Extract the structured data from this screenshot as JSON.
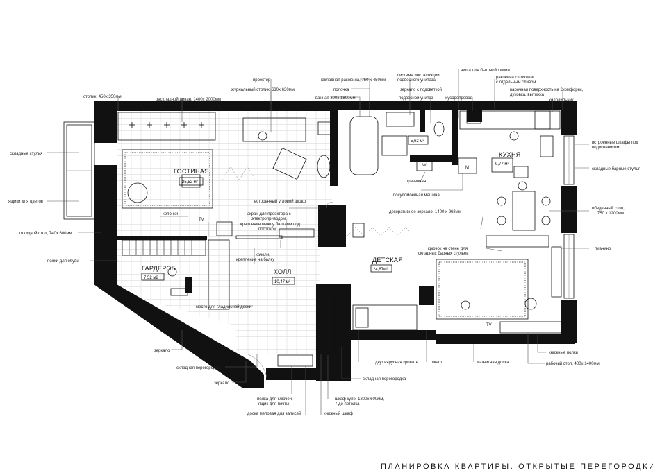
{
  "title": "ПЛАНИРОВКА КВАРТИРЫ. ОТКРЫТЫЕ ПЕРЕГОРОДКИ",
  "rooms": {
    "living": {
      "name": "ГОСТИНАЯ",
      "area": "25,52 м²"
    },
    "bath": {
      "area": "5,62 м²"
    },
    "kitchen": {
      "name": "КУХНЯ",
      "area": "9,77 м²"
    },
    "wardrobe": {
      "name": "ГАРДЕРОБ",
      "area": "7,52 м2"
    },
    "hall": {
      "name": "ХОЛЛ",
      "area": "10,47 м²"
    },
    "kids": {
      "name": "ДЕТСКАЯ",
      "area": "24,87м²"
    }
  },
  "symbols": {
    "tv1": "TV",
    "tv2": "TV",
    "washer": "W",
    "dishwasher": "M"
  },
  "labels": {
    "stolik": "столик, 450х 350мм",
    "divan": "раскладной диван, 1400х 2000мм",
    "proektor": "проектор",
    "zhurnal": "журнальный столик, 630х 630мм",
    "nakladnaya": "накладная раковина, 750 х 450мм",
    "polochka": "полочка",
    "vannaya": "ванная 800х 1800мм",
    "sistema": "система инсталляции подвесного унитаза",
    "zerkalo_podsv": "зеркало с подсветкой подвесной унитаз",
    "nisha": "ниша для бытовой химии",
    "musoro": "мусоропровод",
    "rakovina_kuh": "раковина с пляжем с отдельным сливом",
    "varochnaya": "варочная поверхность на 2комфорки, духовка, вытяжка",
    "holodilnik": "холодильник",
    "skladnye_stulya": "складные стулья",
    "yashchiki": "ящики для цветов",
    "otkidnoy": "откидной стол, 740х 600мм",
    "kolonki": "колонки",
    "vstr_uglovoy": "встроенный угловой шкаф",
    "ekran": "экран для проектора с электроприводом",
    "kreplenie": "крепление между балками под потолком",
    "kachel": "качели, крепление на балку",
    "prachechnaya": "прачечная",
    "posudomoech": "посудомоечная машина",
    "dekor_zerkalo": "декоративное зеркало, 1400 х 968мм",
    "vstr_shkafy": "встроенные шкафы под подоконником",
    "skl_barnye": "складные барные стулья",
    "obedenny": "обеденный стол, 750 х 1200мм",
    "kryuchok": "крючок на стене для складных барных стульев",
    "pianino": "пианино",
    "polki_obuvi": "полки для обуви",
    "mesto_gladil": "место для гладильной доски",
    "zerkalo1": "зеркало",
    "skl_peregorodka1": "складная перегородка",
    "zerkalo2": "зеркало",
    "polka_klyuchey": "полка для ключей, ящик для почты",
    "doska_melovaya": "доска меловая для записей",
    "shkaf_kupe": "шкаф купе, 1800х 600мм, 7 до потолка",
    "knizhny_shkaf": "книжный шкаф",
    "dvuhyarus": "двухъярусная кровать",
    "shkaf": "шкаф",
    "skl_peregorodka2": "складная перегородка",
    "magnitnaya": "магнитная доска",
    "knizhnye_polki": "книжные полки",
    "rabochy": "рабочий стол, 400х 1400мм"
  }
}
